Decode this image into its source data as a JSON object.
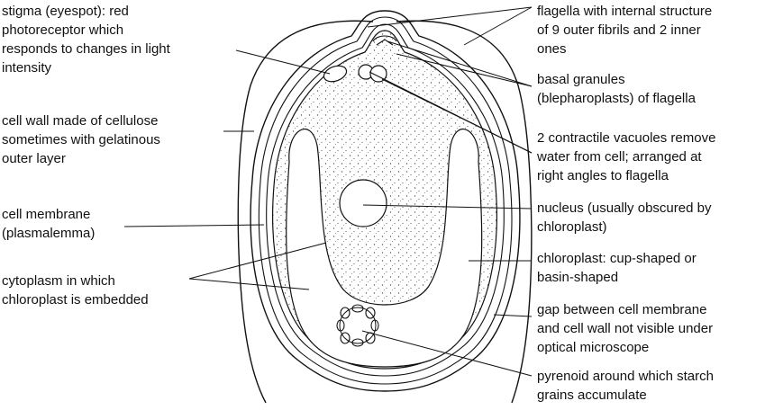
{
  "labels": {
    "stigma": [
      "stigma (eyespot): red",
      "photoreceptor which",
      "responds to changes in light",
      "intensity"
    ],
    "cell_wall": [
      "cell wall made of cellulose",
      "sometimes with gelatinous",
      "outer layer"
    ],
    "cell_membrane": [
      "cell membrane",
      "(plasmalemma)"
    ],
    "cytoplasm": [
      "cytoplasm in which",
      "chloroplast is embedded"
    ],
    "flagella": [
      "flagella with internal structure",
      "of 9 outer fibrils and 2 inner",
      "ones"
    ],
    "basal_granules": [
      "basal granules",
      "(blepharoplasts) of flagella"
    ],
    "contractile_vacuoles": [
      "2 contractile vacuoles remove",
      "water from cell; arranged at",
      "right angles to flagella"
    ],
    "nucleus": [
      "nucleus (usually obscured by",
      "chloroplast)"
    ],
    "chloroplast": [
      "chloroplast: cup-shaped or",
      "basin-shaped"
    ],
    "gap": [
      "gap between cell membrane",
      "and cell wall not visible under",
      "optical microscope"
    ],
    "pyrenoid": [
      "pyrenoid around which starch",
      "grains accumulate"
    ]
  }
}
